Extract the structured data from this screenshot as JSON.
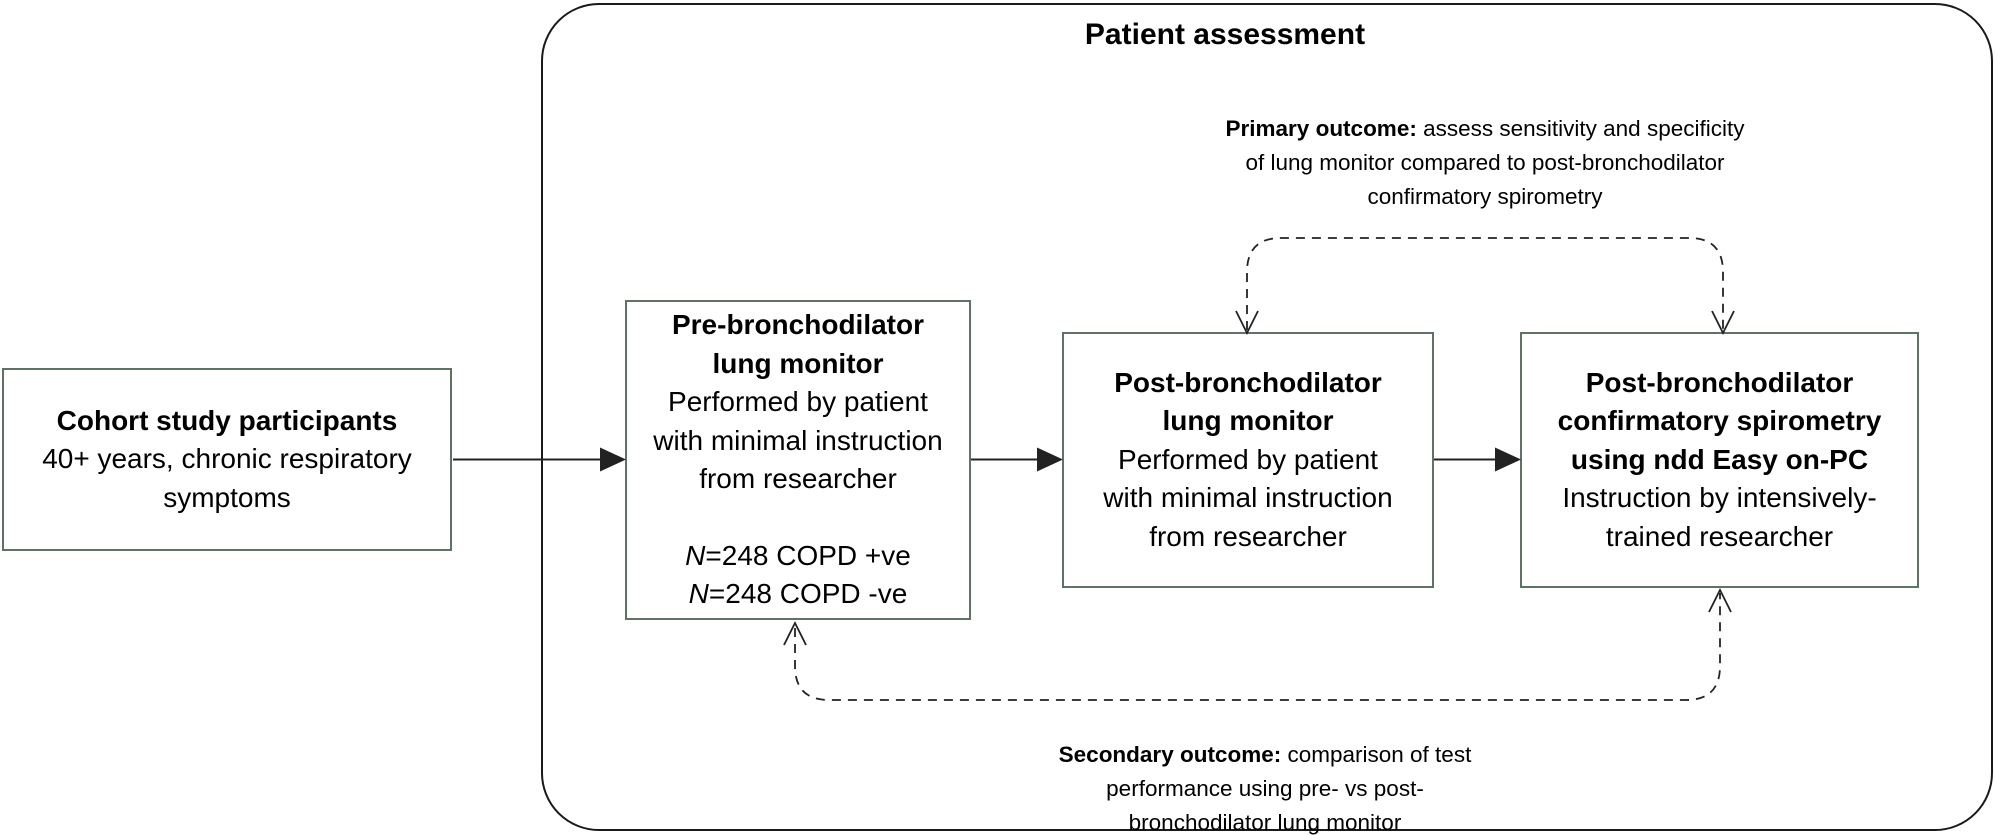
{
  "diagram": {
    "frame_title": "Patient assessment",
    "cohort_box": {
      "title": "Cohort study participants",
      "lines": [
        "40+ years, chronic respiratory",
        "symptoms"
      ]
    },
    "pre_box": {
      "title_lines": [
        "Pre-bronchodilator",
        "lung monitor"
      ],
      "body_lines": [
        "Performed by patient",
        "with minimal instruction",
        "from researcher"
      ],
      "n_lines": [
        {
          "prefix": "N",
          "rest": "=248 COPD +ve"
        },
        {
          "prefix": "N",
          "rest": "=248 COPD -ve"
        }
      ]
    },
    "post_box": {
      "title_lines": [
        "Post-bronchodilator",
        "lung monitor"
      ],
      "body_lines": [
        "Performed by patient",
        "with minimal instruction",
        "from researcher"
      ]
    },
    "spiro_box": {
      "title_lines": [
        "Post-bronchodilator",
        "confirmatory spirometry",
        "using ndd Easy on-PC"
      ],
      "body_lines": [
        "Instruction by intensively-",
        "trained researcher"
      ]
    },
    "primary_outcome": {
      "label": "Primary outcome:",
      "rest": "assess sensitivity and specificity",
      "lines": [
        "of lung monitor compared to post-bronchodilator",
        "confirmatory spirometry"
      ]
    },
    "secondary_outcome": {
      "label": "Secondary outcome:",
      "rest": "comparison of test",
      "lines": [
        "performance using pre- vs post-",
        "bronchodilator lung monitor"
      ]
    },
    "colors": {
      "box_border": "#5e7366",
      "frame_border": "#1a1a1a",
      "line": "#222222"
    }
  }
}
